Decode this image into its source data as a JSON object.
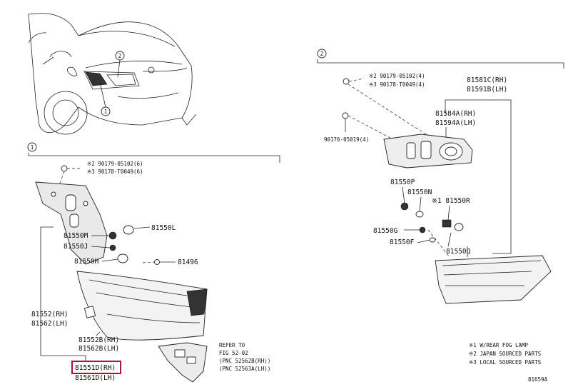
{
  "colors": {
    "highlight": "#b0103a",
    "ink": "#222222"
  },
  "car": {
    "callout_1": "1",
    "callout_2": "2"
  },
  "section1": {
    "marker": "1",
    "screws": [
      "※2 90179-05102(6)",
      "※3 90178-T0049(6)"
    ],
    "parts": {
      "p81550M": "81550M",
      "p81550L": "81550L",
      "p81550J": "81550J",
      "p81550H": "81550H",
      "p81496": "81496",
      "p81552": "81552(RH)",
      "p81562": "81562(LH)",
      "p81552B": "81552B(RH)",
      "p81562B": "81562B(LH)",
      "p81551D": "81551D(RH)",
      "p81561D": "81561D(LH)"
    },
    "refer": {
      "line1": "REFER TO",
      "line2": "FIG 52-02",
      "line3": "(PNC 52562B(RH))",
      "line4": "(PNC 52563A(LH))"
    }
  },
  "section2": {
    "marker": "2",
    "screws": [
      "※2 90179-05102(4)",
      "※3 90178-T0049(4)"
    ],
    "screw_single": "90176-05019(4)",
    "parts": {
      "p81581C": "81581C(RH)",
      "p81591B": "81591B(LH)",
      "p81584A": "81584A(RH)",
      "p81594A": "81594A(LH)",
      "p81550P": "81550P",
      "p81550N": "81550N",
      "p81550R": "※1 81550R",
      "p81550G": "81550G",
      "p81550F": "81550F",
      "p81550Q": "81550Q"
    }
  },
  "legend": [
    "※1 W/REAR FOG LAMP",
    "※2 JAPAN SOURCED PARTS",
    "※3 LOCAL SOURCED PARTS"
  ],
  "figure_code": "81659A"
}
